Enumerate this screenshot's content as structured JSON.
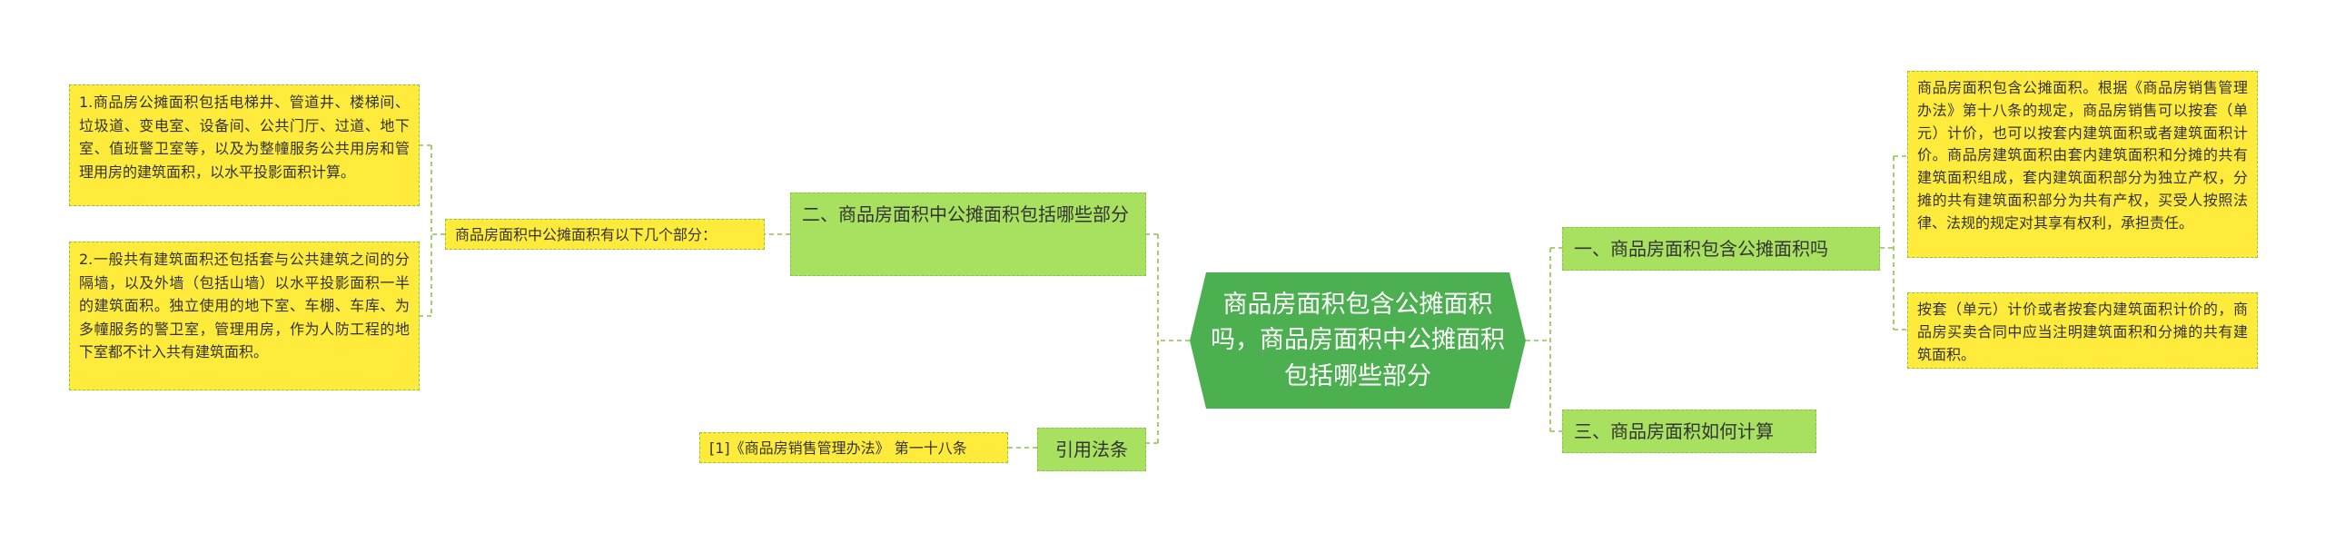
{
  "center": {
    "title": "商品房面积包含公摊面积吗，商品房面积中公摊面积包括哪些部分"
  },
  "left": {
    "branch2": {
      "label": "二、商品房面积中公摊面积包括哪些部分"
    },
    "branch2_sub": {
      "label": "商品房面积中公摊面积有以下几个部分："
    },
    "leaf1": {
      "text": "1.商品房公摊面积包括电梯井、管道井、楼梯间、垃圾道、变电室、设备间、公共门厅、过道、地下室、值班警卫室等，以及为整幢服务公共用房和管理用房的建筑面积，以水平投影面积计算。"
    },
    "leaf2": {
      "text": "2.一般共有建筑面积还包括套与公共建筑之间的分隔墙，以及外墙（包括山墙）以水平投影面积一半的建筑面积。独立使用的地下室、车棚、车库、为多幢服务的警卫室，管理用房，作为人防工程的地下室都不计入共有建筑面积。"
    },
    "ref": {
      "label": "引用法条"
    },
    "ref_leaf": {
      "label": "[1]《商品房销售管理办法》 第一十八条"
    }
  },
  "right": {
    "branch1": {
      "label": "一、商品房面积包含公摊面积吗"
    },
    "leaf_a": {
      "text": "商品房面积包含公摊面积。根据《商品房销售管理办法》第十八条的规定，商品房销售可以按套（单元）计价，也可以按套内建筑面积或者建筑面积计价。商品房建筑面积由套内建筑面积和分摊的共有建筑面积组成，套内建筑面积部分为独立产权，分摊的共有建筑面积部分为共有产权，买受人按照法律、法规的规定对其享有权利，承担责任。"
    },
    "leaf_b": {
      "text": "按套（单元）计价或者按套内建筑面积计价的，商品房买卖合同中应当注明建筑面积和分摊的共有建筑面积。"
    },
    "branch3": {
      "label": "三、商品房面积如何计算"
    }
  },
  "colors": {
    "center_fill": "#4caf50",
    "branch_fill": "#a8e05f",
    "leaf_fill": "#ffeb3b",
    "connector": "#8bc34a"
  }
}
